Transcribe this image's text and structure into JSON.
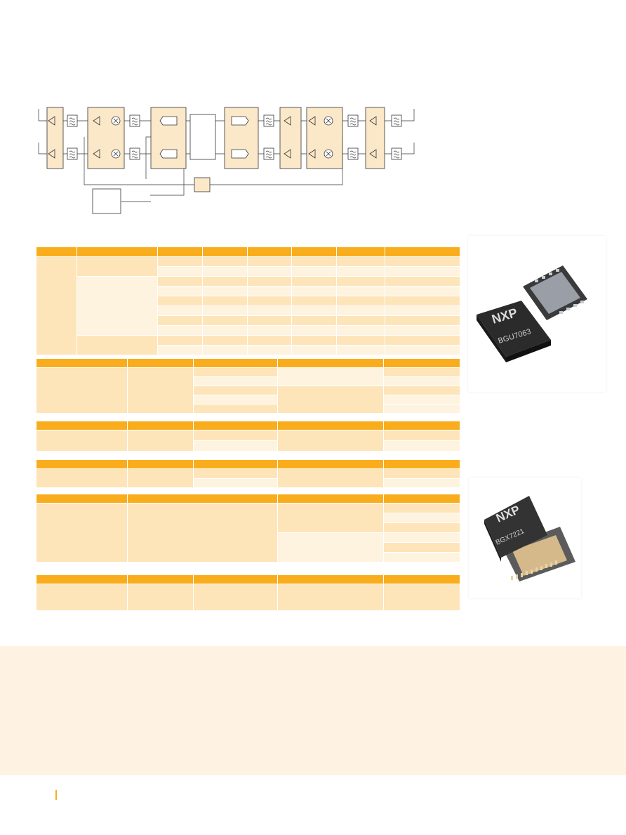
{
  "colors": {
    "accent": "#f9ad1c",
    "row_dark": "#fde4b9",
    "row_light": "#fef3df",
    "block_fill": "#fbe8c8",
    "footer_band": "#fef3e2"
  },
  "diagram": {
    "kind": "block-diagram",
    "chain_channels": 2,
    "labels": []
  },
  "products": [
    {
      "marking": "BGU7063",
      "logo": "NXP"
    },
    {
      "marking": "BGX7221",
      "logo": "NXP"
    }
  ],
  "tables": []
}
